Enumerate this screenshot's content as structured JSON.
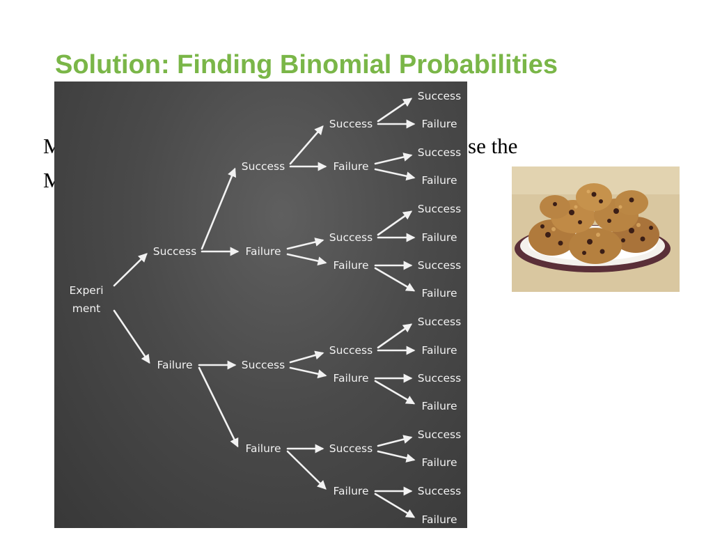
{
  "slide": {
    "title": "Solution: Finding Binomial Probabilities",
    "line1": "M",
    "line1_tail": "se the",
    "line2": "M"
  },
  "tree": {
    "nodes": [
      {
        "id": "root",
        "text": "Experi\nment"
      },
      {
        "id": "s",
        "text": "Success"
      },
      {
        "id": "f",
        "text": "Failure"
      },
      {
        "id": "ss",
        "text": "Success"
      },
      {
        "id": "sf",
        "text": "Failure"
      },
      {
        "id": "fs",
        "text": "Success"
      },
      {
        "id": "ff",
        "text": "Failure"
      },
      {
        "id": "sss",
        "text": "Success"
      },
      {
        "id": "ssf",
        "text": "Failure"
      },
      {
        "id": "sfs",
        "text": "Success"
      },
      {
        "id": "sff",
        "text": "Failure"
      },
      {
        "id": "fss",
        "text": "Success"
      },
      {
        "id": "fsf",
        "text": "Failure"
      },
      {
        "id": "ffs",
        "text": "Success"
      },
      {
        "id": "fff",
        "text": "Failure"
      },
      {
        "id": "ssss",
        "text": "Success"
      },
      {
        "id": "sssf",
        "text": "Failure"
      },
      {
        "id": "ssfs",
        "text": "Success"
      },
      {
        "id": "ssff",
        "text": "Failure"
      },
      {
        "id": "sfss",
        "text": "Success"
      },
      {
        "id": "sfsf",
        "text": "Failure"
      },
      {
        "id": "sffs",
        "text": "Success"
      },
      {
        "id": "sfff",
        "text": "Failure"
      },
      {
        "id": "fsss",
        "text": "Success"
      },
      {
        "id": "fssf",
        "text": "Failure"
      },
      {
        "id": "fsfs",
        "text": "Success"
      },
      {
        "id": "fsff",
        "text": "Failure"
      },
      {
        "id": "ffss",
        "text": "Success"
      },
      {
        "id": "ffsf",
        "text": "Failure"
      },
      {
        "id": "fffs",
        "text": "Success"
      },
      {
        "id": "ffff",
        "text": "Failure"
      }
    ],
    "edges": [
      [
        "root",
        "s"
      ],
      [
        "root",
        "f"
      ],
      [
        "s",
        "ss"
      ],
      [
        "s",
        "sf"
      ],
      [
        "f",
        "fs"
      ],
      [
        "f",
        "ff"
      ],
      [
        "ss",
        "sss"
      ],
      [
        "ss",
        "ssf"
      ],
      [
        "sf",
        "sfs"
      ],
      [
        "sf",
        "sff"
      ],
      [
        "fs",
        "fss"
      ],
      [
        "fs",
        "fsf"
      ],
      [
        "ff",
        "ffs"
      ],
      [
        "ff",
        "fff"
      ],
      [
        "sss",
        "ssss"
      ],
      [
        "sss",
        "sssf"
      ],
      [
        "ssf",
        "ssfs"
      ],
      [
        "ssf",
        "ssff"
      ],
      [
        "sfs",
        "sfss"
      ],
      [
        "sfs",
        "sfsf"
      ],
      [
        "sff",
        "sffs"
      ],
      [
        "sff",
        "sfff"
      ],
      [
        "fss",
        "fsss"
      ],
      [
        "fss",
        "fssf"
      ],
      [
        "fsf",
        "fsfs"
      ],
      [
        "fsf",
        "fsff"
      ],
      [
        "ffs",
        "ffss"
      ],
      [
        "ffs",
        "ffsf"
      ],
      [
        "fff",
        "fffs"
      ],
      [
        "fff",
        "ffff"
      ]
    ]
  },
  "colors": {
    "title": "#7ab648",
    "chalk": "#f2f2f2",
    "board": "#4a4a4a"
  },
  "image": {
    "subject": "plate of oatmeal raisin cookies"
  }
}
